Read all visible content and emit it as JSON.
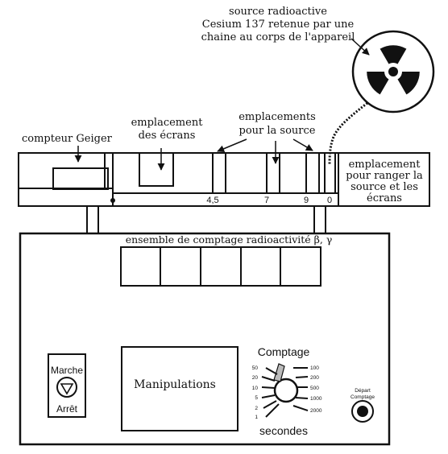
{
  "labels": {
    "source_l1": "source radioactive",
    "source_l2": "Cesium 137 retenue par une",
    "source_l3": "chaine au corps de l'appareil",
    "geiger": "compteur Geiger",
    "ecrans_l1": "emplacement",
    "ecrans_l2": "des écrans",
    "sources_l1": "emplacements",
    "sources_l2": "pour la source",
    "rangement_l1": "emplacement",
    "rangement_l2": "pour ranger la",
    "rangement_l3": "source et les",
    "rangement_l4": "écrans",
    "pos_45": "4,5",
    "pos_7": "7",
    "pos_9": "9",
    "pos_0": "0",
    "ensemble": "ensemble de comptage radioactivité β, γ",
    "marche": "Marche",
    "arret": "Arrêt",
    "manipulations": "Manipulations",
    "comptage": "Comptage",
    "secondes": "secondes",
    "depart_l1": "Départ",
    "depart_l2": "Comptage"
  },
  "dial": {
    "left_values": [
      "50",
      "20",
      "10",
      "5",
      "2",
      "1"
    ],
    "right_values": [
      "100",
      "200",
      "500",
      "1000",
      "2000"
    ]
  },
  "icons": {
    "radiation": "radiation-trefoil-icon",
    "marche_arret": "down-triangle-button-icon"
  }
}
